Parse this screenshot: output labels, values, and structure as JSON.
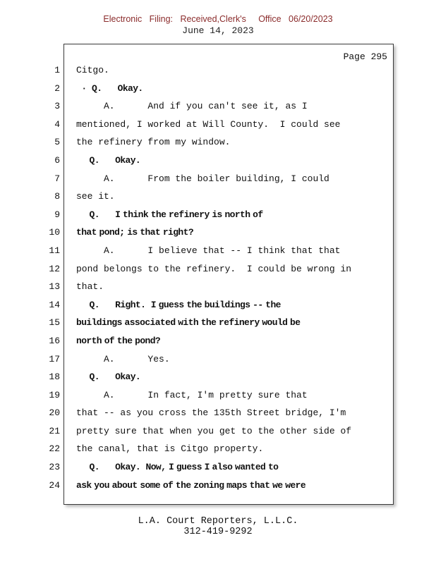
{
  "stamp": {
    "filing": "Electronic   Filing:   Received,Clerk's     Office   06/20/2023",
    "date": "June 14, 2023"
  },
  "page": {
    "label": "Page 295"
  },
  "transcript": {
    "lines": [
      {
        "n": 1,
        "bold": false,
        "text": "Citgo."
      },
      {
        "n": 2,
        "bold": true,
        "text": "  ·  Q.      Okay."
      },
      {
        "n": 3,
        "bold": false,
        "text": "     A.      And if you can't see it, as I"
      },
      {
        "n": 4,
        "bold": false,
        "text": "mentioned, I worked at Will County.  I could see"
      },
      {
        "n": 5,
        "bold": false,
        "text": "the refinery from my window."
      },
      {
        "n": 6,
        "bold": true,
        "text": "     Q.      Okay."
      },
      {
        "n": 7,
        "bold": false,
        "text": "     A.      From the boiler building, I could"
      },
      {
        "n": 8,
        "bold": false,
        "text": "see it."
      },
      {
        "n": 9,
        "bold": true,
        "text": "     Q.      I think the refinery is north of"
      },
      {
        "n": 10,
        "bold": true,
        "text": "that pond; is that right?"
      },
      {
        "n": 11,
        "bold": false,
        "text": "     A.      I believe that -- I think that that"
      },
      {
        "n": 12,
        "bold": false,
        "text": "pond belongs to the refinery.  I could be wrong in"
      },
      {
        "n": 13,
        "bold": false,
        "text": "that."
      },
      {
        "n": 14,
        "bold": true,
        "text": "     Q.      Right.  I guess the buildings -- the"
      },
      {
        "n": 15,
        "bold": true,
        "text": "buildings associated with the refinery would be"
      },
      {
        "n": 16,
        "bold": true,
        "text": "north of the pond?"
      },
      {
        "n": 17,
        "bold": false,
        "text": "     A.      Yes."
      },
      {
        "n": 18,
        "bold": true,
        "text": "     Q.      Okay."
      },
      {
        "n": 19,
        "bold": false,
        "text": "     A.      In fact, I'm pretty sure that"
      },
      {
        "n": 20,
        "bold": false,
        "text": "that -- as you cross the 135th Street bridge, I'm"
      },
      {
        "n": 21,
        "bold": false,
        "text": "pretty sure that when you get to the other side of"
      },
      {
        "n": 22,
        "bold": false,
        "text": "the canal, that is Citgo property."
      },
      {
        "n": 23,
        "bold": true,
        "text": "     Q.      Okay.  Now, I guess I also wanted to"
      },
      {
        "n": 24,
        "bold": true,
        "text": "ask you about some of the zoning maps that we were"
      }
    ]
  },
  "footer": {
    "company": "L.A. Court Reporters, L.L.C.",
    "phone": "312-419-9292"
  }
}
